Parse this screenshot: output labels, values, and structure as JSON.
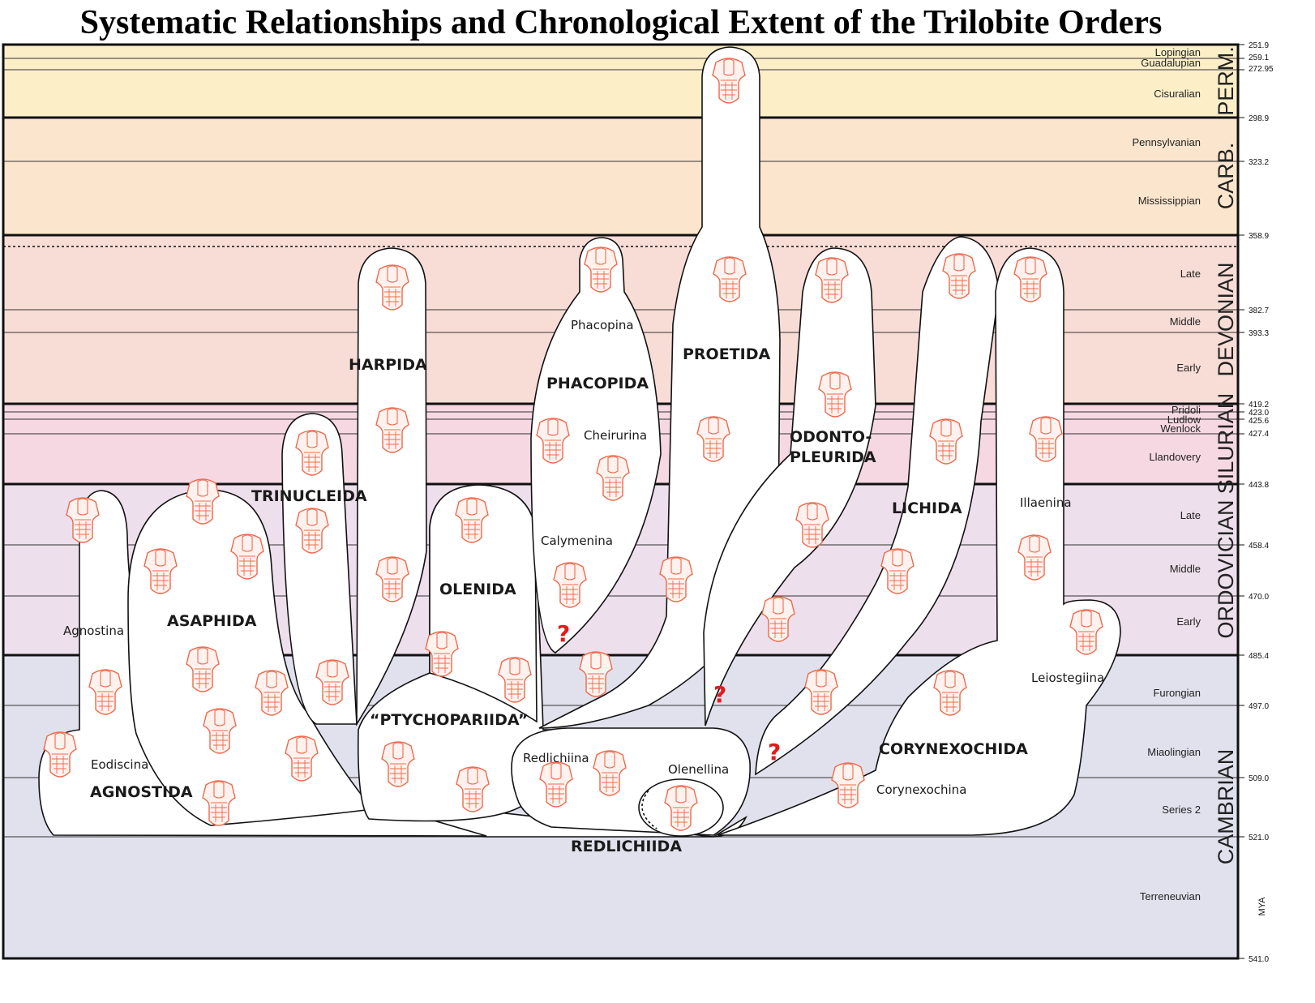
{
  "title": "Systematic Relationships and Chronological Extent of the Trilobite Orders",
  "colors": {
    "permian": "#fcefc8",
    "carboniferous": "#fbe6cd",
    "devonian": "#f8dcd6",
    "silurian": "#f6d8e3",
    "ordovician": "#eedfec",
    "cambrian": "#e1e1ee",
    "trilobite": "#ee6a4c",
    "question": "#e31b1b"
  },
  "periods": [
    {
      "name": "PERM.",
      "color_key": "permian"
    },
    {
      "name": "CARB.",
      "color_key": "carboniferous"
    },
    {
      "name": "DEVONIAN",
      "color_key": "devonian"
    },
    {
      "name": "SILURIAN",
      "color_key": "silurian"
    },
    {
      "name": "ORDOVICIAN",
      "color_key": "ordovician"
    },
    {
      "name": "CAMBRIAN",
      "color_key": "cambrian"
    }
  ],
  "epochs": [
    "Lopingian",
    "Guadalupian",
    "Cisuralian",
    "Pennsylvanian",
    "Mississippian",
    "Late",
    "Middle",
    "Early",
    "Pridoli",
    "Ludlow",
    "Wenlock",
    "Llandovery",
    "Late",
    "Middle",
    "Early",
    "Furongian",
    "Miaolingian",
    "Series 2",
    "Terreneuvian"
  ],
  "ages_mya": [
    "251.9",
    "259.1",
    "272.95",
    "298.9",
    "323.2",
    "358.9",
    "382.7",
    "393.3",
    "419.2",
    "423.0",
    "425.6",
    "427.4",
    "443.8",
    "458.4",
    "470.0",
    "485.4",
    "497.0",
    "509.0",
    "521.0",
    "541.0"
  ],
  "axis_unit": "MYA",
  "orders": [
    "AGNOSTIDA",
    "ASAPHIDA",
    "TRINUCLEIDA",
    "HARPIDA",
    "OLENIDA",
    "“PTYCHOPARIIDA”",
    "PHACOPIDA",
    "PROETIDA",
    "ODONTO-",
    "PLEURIDA",
    "LICHIDA",
    "CORYNEXOCHIDA",
    "REDLICHIIDA"
  ],
  "suborders": [
    "Agnostina",
    "Eodiscina",
    "Phacopina",
    "Cheirurina",
    "Calymenina",
    "Redlichiina",
    "Olenellina",
    "Illaenina",
    "Leiostegiina",
    "Corynexochina"
  ],
  "uncertain_mark": "?"
}
